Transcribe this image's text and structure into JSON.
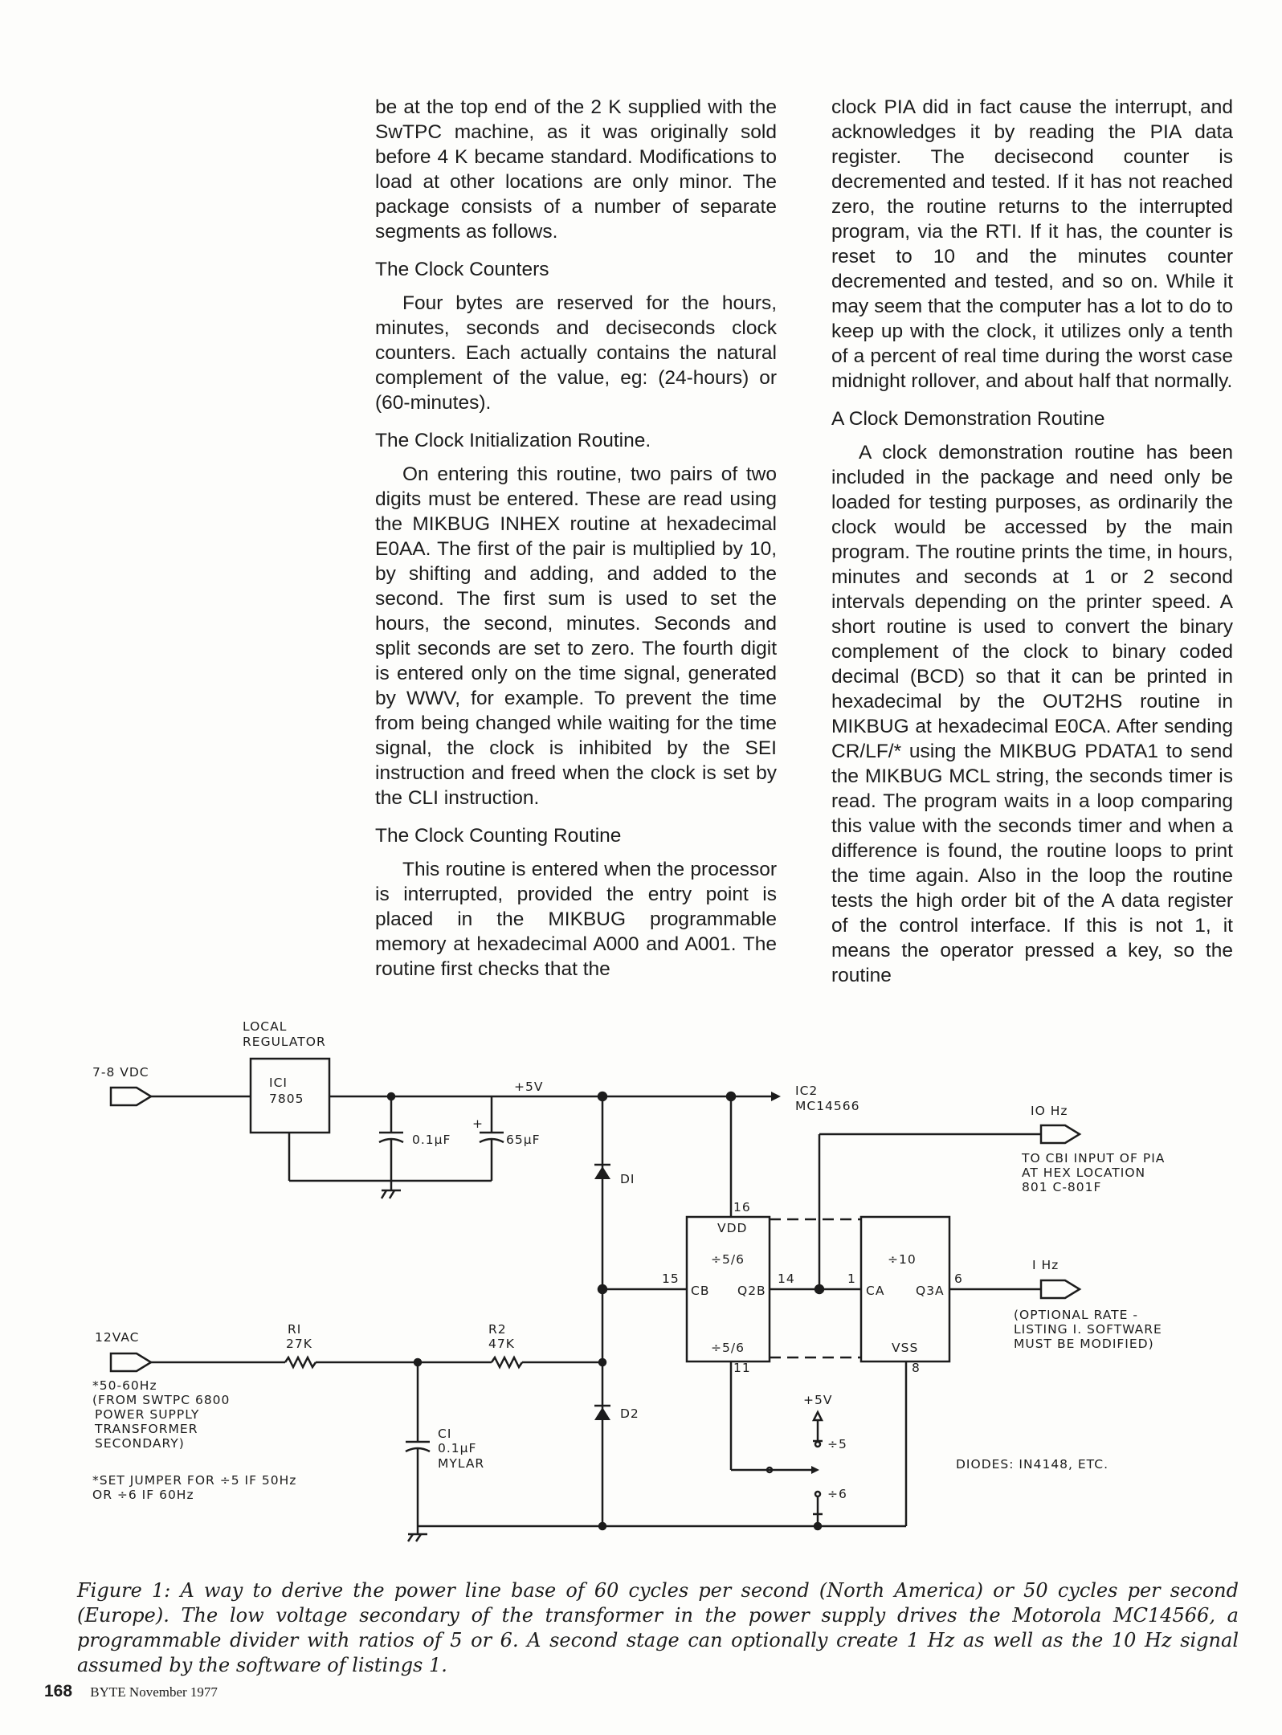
{
  "column1": {
    "p1": "be at the top end of the 2 K supplied with the SwTPC machine, as it was originally sold before 4 K became standard. Modifications to load at other locations are only minor. The package consists of a number of separate segments as follows.",
    "h1": "The Clock Counters",
    "p2": "Four bytes are reserved for the hours, minutes, seconds and deciseconds clock counters. Each actually contains the natural complement of the value, eg: (24-hours) or (60-minutes).",
    "h2": "The Clock Initialization Routine.",
    "p3": "On entering this routine, two pairs of two digits must be entered. These are read using the MIKBUG INHEX routine at hexadecimal E0AA. The first of the pair is multiplied by 10, by shifting and adding, and added to the second. The first sum is used to set the hours, the second, minutes. Seconds and split seconds are set to zero. The fourth digit is entered only on the time signal, generated by WWV, for example. To prevent the time from being changed while waiting for the time signal, the clock is inhibited by the SEI instruction and freed when the clock is set by the CLI instruction.",
    "h3": "The Clock Counting Routine",
    "p4": "This routine is entered when the processor is interrupted, provided the entry point is placed in the MIKBUG programmable memory at hexadecimal A000 and A001. The routine first checks that the"
  },
  "column2": {
    "p1": "clock PIA did in fact cause the interrupt, and acknowledges it by reading the PIA data register. The decisecond counter is decremented and tested. If it has not reached zero, the routine returns to the interrupted program, via the RTI. If it has, the counter is reset to 10 and the minutes counter decremented and tested, and so on. While it may seem that the computer has a lot to do to keep up with the clock, it utilizes only a tenth of a percent of real time during the worst case midnight rollover, and about half that normally.",
    "h1": "A Clock Demonstration Routine",
    "p2": "A clock demonstration routine has been included in the package and need only be loaded for testing purposes, as ordinarily the clock would be accessed by the main program. The routine prints the time, in hours, minutes and seconds at 1 or 2 second intervals depending on the printer speed. A short routine is used to convert the binary complement of the clock to binary coded decimal (BCD) so that it can be printed in hexadecimal by the OUT2HS routine in MIKBUG at hexadecimal E0CA. After sending CR/LF/* using the MIKBUG PDATA1 to send the MIKBUG MCL string, the seconds timer is read. The program waits in a loop comparing this value with the seconds timer and when a difference is found, the routine loops to print the time again. Also in the loop the routine tests the high order bit of the A data register of the control interface. If this is not 1, it means the operator pressed a key, so the routine"
  },
  "schematic": {
    "local": "LOCAL",
    "regulator": "REGULATOR",
    "vdc_in": "7-8 VDC",
    "ic1": "ICI",
    "ic1_part": "7805",
    "plus5": "+5V",
    "c_01": "0.1μF",
    "c_65": "65μF",
    "plus_sign": "+",
    "ic2": "IC2",
    "ic2_part": "MC14566",
    "out_10hz": "IO Hz",
    "to_cb1_1": "TO CBI INPUT OF PIA",
    "to_cb1_2": "AT HEX LOCATION",
    "to_cb1_3": "801 C-801F",
    "d1": "DI",
    "d2": "D2",
    "pin16": "16",
    "vdd": "VDD",
    "div56_top": "÷5/6",
    "div10": "÷10",
    "pin15": "15",
    "cb": "CB",
    "q2b": "Q2B",
    "pin14": "14",
    "pin1": "1",
    "ca": "CA",
    "q3a": "Q3A",
    "pin6": "6",
    "out_1hz": "I Hz",
    "opt1": "(OPTIONAL RATE -",
    "opt2": "LISTING I. SOFTWARE",
    "opt3": "MUST BE MODIFIED)",
    "div56_bot": "÷5/6",
    "vss": "VSS",
    "pin11": "11",
    "pin8": "8",
    "vac_in": "12VAC",
    "r1": "RI",
    "r1_val": "27K",
    "r2": "R2",
    "r2_val": "47K",
    "freq_note1": "*50-60Hz",
    "freq_note2": "(FROM SWTPC 6800",
    "freq_note3": "POWER SUPPLY",
    "freq_note4": "TRANSFORMER",
    "freq_note5": "SECONDARY)",
    "c1": "CI",
    "c1_val": "0.1μF",
    "c1_type": "MYLAR",
    "jp_plus5": "+5V",
    "jp_div5": "÷5",
    "jp_div6": "÷6",
    "diodes": "DIODES: IN4148, ETC.",
    "jumper1": "*SET JUMPER FOR ÷5 IF 50Hz",
    "jumper2": "OR ÷6 IF 60Hz"
  },
  "caption": "Figure 1: A way to derive the power line base of 60 cycles per second (North America) or 50 cycles per second (Europe). The low voltage secondary of the transformer in the power supply drives the Motorola MC14566, a programmable divider with ratios of 5 or 6. A second stage can optionally create 1 Hz as well as the 10 Hz signal assumed by the software of listings 1.",
  "footer": {
    "page": "168",
    "issue": "BYTE November 1977"
  }
}
